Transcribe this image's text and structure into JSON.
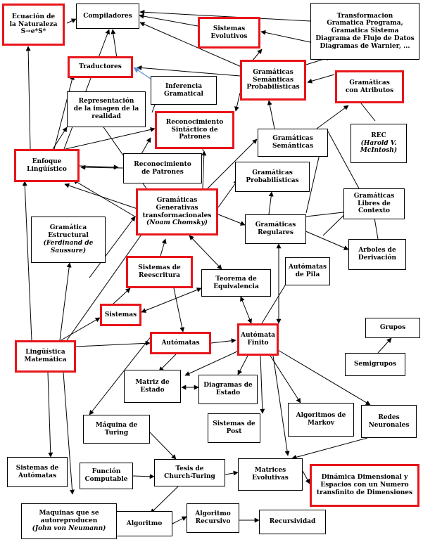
{
  "colors": {
    "highlight": "#e8151b",
    "line": "#000000",
    "special_arrow": "#5b8fd6"
  },
  "nodes": {
    "ecuacion": {
      "lines": [
        "Ecuación de",
        "la Naturaleza",
        "S→e*S*"
      ],
      "highlighted": true
    },
    "compiladores": {
      "lines": [
        "Compiladores"
      ],
      "highlighted": false
    },
    "sistemas_evolutivos": {
      "lines": [
        "Sistemas",
        "Evolutivos"
      ],
      "highlighted": true
    },
    "transformacion": {
      "lines": [
        "Transformacion",
        "Gramatica Programa,",
        "Gramatica Sistema",
        "Diagrama de Flujo de Datos",
        "Diagramas de Warnier, ..."
      ],
      "highlighted": false
    },
    "traductores": {
      "lines": [
        "Traductores"
      ],
      "highlighted": true
    },
    "inferencia": {
      "lines": [
        "Inferencia",
        "Gramatical"
      ],
      "highlighted": false
    },
    "gram_sem_prob": {
      "lines": [
        "Gramáticas",
        "Semánticas",
        "Probabilísticas"
      ],
      "highlighted": true
    },
    "gram_atributos": {
      "lines": [
        "Gramáticas",
        "con Atributos"
      ],
      "highlighted": true
    },
    "representacion": {
      "lines": [
        "Representación",
        "de la imagen de la",
        "realidad"
      ],
      "highlighted": false
    },
    "reconocimiento_sint": {
      "lines": [
        "Reconocimiento",
        "Sintáctico de",
        "Patrones"
      ],
      "highlighted": true
    },
    "gram_semanticas": {
      "lines": [
        "Gramáticas",
        "Semánticas"
      ],
      "highlighted": false
    },
    "rec": {
      "lines": [
        "REC"
      ],
      "italic_lines": [
        "(Harold V.",
        "McIntosh)"
      ],
      "highlighted": false
    },
    "enfoque": {
      "lines": [
        "Enfoque",
        "Lingüístico"
      ],
      "highlighted": true
    },
    "reconocimiento_pat": {
      "lines": [
        "Reconocimiento",
        "de Patrones"
      ],
      "highlighted": false
    },
    "gram_probabilisticas": {
      "lines": [
        "Gramáticas",
        "Probabilísticas"
      ],
      "highlighted": false
    },
    "gram_generativas": {
      "lines": [
        "Gramáticas",
        "Generativas",
        "transformacionales"
      ],
      "italic_lines": [
        "(Noam Chomsky)"
      ],
      "highlighted": true
    },
    "gram_libres": {
      "lines": [
        "Gramáticas",
        "Libres de",
        "Contexto"
      ],
      "highlighted": false
    },
    "gram_estructural": {
      "lines": [
        "Gramática",
        "Estructural"
      ],
      "italic_lines": [
        "(Ferdinand de",
        "Saussure)"
      ],
      "highlighted": false
    },
    "gram_regulares": {
      "lines": [
        "Gramáticas",
        "Regulares"
      ],
      "highlighted": false
    },
    "arboles": {
      "lines": [
        "Arboles de",
        "Derivación"
      ],
      "highlighted": false
    },
    "sist_reescritura": {
      "lines": [
        "Sistemas de",
        "Reescritura"
      ],
      "highlighted": true
    },
    "teorema": {
      "lines": [
        "Teorema de",
        "Equivalencia"
      ],
      "highlighted": false
    },
    "automatas_pila": {
      "lines": [
        "Autómatas",
        "de Pila"
      ],
      "highlighted": false
    },
    "sistemas": {
      "lines": [
        "Sistemas"
      ],
      "highlighted": true
    },
    "grupos": {
      "lines": [
        "Grupos"
      ],
      "highlighted": false
    },
    "ling_matematica": {
      "lines": [
        "Lingüística",
        "Matemática"
      ],
      "highlighted": true
    },
    "automatas": {
      "lines": [
        "Autómatas"
      ],
      "highlighted": true
    },
    "automata_finito": {
      "lines": [
        "Autómata",
        "Finito"
      ],
      "highlighted": true
    },
    "semigrupos": {
      "lines": [
        "Semigrupos"
      ],
      "highlighted": false
    },
    "matriz_estado": {
      "lines": [
        "Matriz de",
        "Estado"
      ],
      "highlighted": false
    },
    "diagramas_estado": {
      "lines": [
        "Diagramas de",
        "Estado"
      ],
      "highlighted": false
    },
    "algoritmos_markov": {
      "lines": [
        "Algoritmos de",
        "Markov"
      ],
      "highlighted": false
    },
    "redes_neuronales": {
      "lines": [
        "Redes",
        "Neuronales"
      ],
      "highlighted": false
    },
    "maquina_turing": {
      "lines": [
        "Máquina de",
        "Turing"
      ],
      "highlighted": false
    },
    "sistemas_post": {
      "lines": [
        "Sistemas de",
        "Post"
      ],
      "highlighted": false
    },
    "sistemas_automatas": {
      "lines": [
        "Sistemas de",
        "Autómatas"
      ],
      "highlighted": false
    },
    "funcion_computable": {
      "lines": [
        "Función",
        "Computable"
      ],
      "highlighted": false
    },
    "tesis_church": {
      "lines": [
        "Tesis de",
        "Church-Turing"
      ],
      "highlighted": false
    },
    "matrices_evolutivas": {
      "lines": [
        "Matrices",
        "Evolutivas"
      ],
      "highlighted": false
    },
    "dinamica": {
      "lines": [
        "Dinámica Dimensional y",
        "Espacios con un Numero",
        "transfinito de Dimensiones"
      ],
      "highlighted": true
    },
    "maquinas_autorrep": {
      "lines": [
        "Maquinas que se",
        "autoreproducen"
      ],
      "italic_lines": [
        "(John von Neumann)"
      ],
      "highlighted": false
    },
    "algoritmo": {
      "lines": [
        "Algoritmo"
      ],
      "highlighted": false
    },
    "algoritmo_recursivo": {
      "lines": [
        "Algoritmo",
        "Recursivo"
      ],
      "highlighted": false
    },
    "recursividad": {
      "lines": [
        "Recursividad"
      ],
      "highlighted": false
    }
  }
}
